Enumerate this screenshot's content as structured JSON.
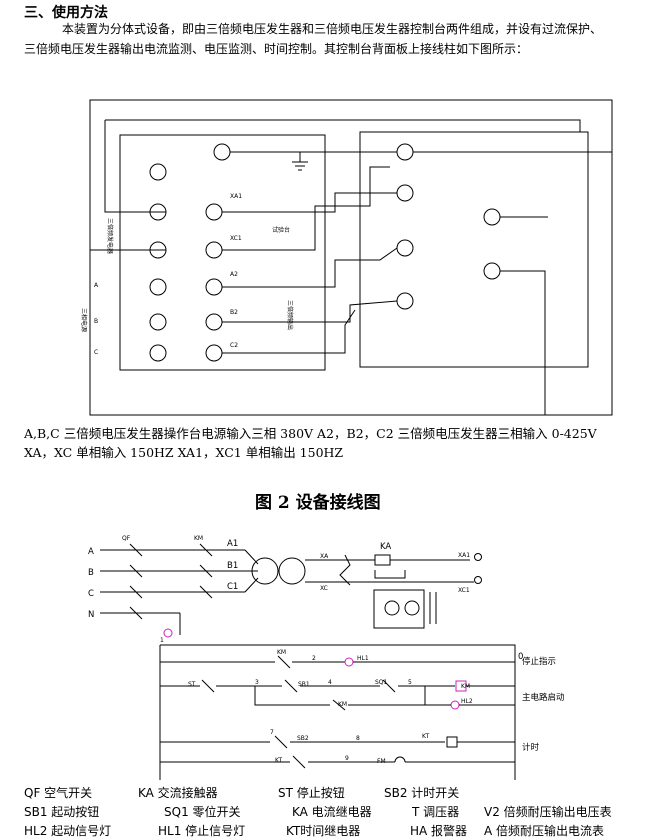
{
  "section_heading": "三、使用方法",
  "paragraph_line1": "本装置为分体式设备，即由三倍频电压发生器和三倍频电压发生器控制台两件组成，并设有过流保护、",
  "paragraph_line2": "三倍频电压发生器输出电流监测、电压监测、时间控制。其控制台背面板上接线柱如下图所示：",
  "panel_labels": {
    "xa1": "XA1",
    "xc1": "XC1",
    "a2": "A2",
    "b2": "B2",
    "c2": "C2",
    "a": "A",
    "b": "B",
    "c": "C",
    "left_vertical_1": "三倍频发电器",
    "left_vertical_2": "三相电源",
    "middle": "试验台",
    "mid_vertical": "三倍频输出"
  },
  "caption_line1": "A,B,C 三倍频电压发生器操作台电源输入三相 380V  A2，B2，C2 三倍频电压发生器三相输入 0-425V",
  "caption_line2": "XA，XC 单相输入 150HZ  XA1，XC1 单相输出 150HZ",
  "figure_title": "图 2 设备接线图",
  "schematic_labels": {
    "A": "A",
    "B": "B",
    "C": "C",
    "N": "N",
    "QF": "QF",
    "KM": "KM",
    "A1": "A1",
    "B1": "B1",
    "C1": "C1",
    "XA": "XA",
    "XC": "XC",
    "KA": "KA",
    "XA1": "XA1",
    "XC1": "XC1",
    "n1": "1",
    "KM2": "KM",
    "n2": "2",
    "HL1": "HL1",
    "n0": "0",
    "stop": "停止指示",
    "ST": "ST",
    "n3": "3",
    "SB1": "SB1",
    "n4": "4",
    "SQ1": "SQ1",
    "n5": "5",
    "KMcoil": "KM",
    "HL2": "HL2",
    "KMhold": "KM",
    "main": "主电路启动",
    "n7": "7",
    "SB2": "SB2",
    "n8": "8",
    "KT": "KT",
    "timing": "计时",
    "KT2": "KT",
    "n9": "9",
    "FM": "FM"
  },
  "legend_rows": [
    [
      "QF 空气开关",
      "KA 交流接触器",
      "ST 停止按钮",
      "SB2 计时开关"
    ],
    [
      "SB1 起动按钮",
      "SQ1 零位开关",
      "KA 电流继电器",
      "T 调压器",
      "V2 倍频耐压输出电压表"
    ],
    [
      "HL2 起动信号灯",
      "HL1 停止信号灯",
      "KT时间继电器",
      "HA 报警器",
      "A 倍频耐压输出电流表"
    ]
  ]
}
